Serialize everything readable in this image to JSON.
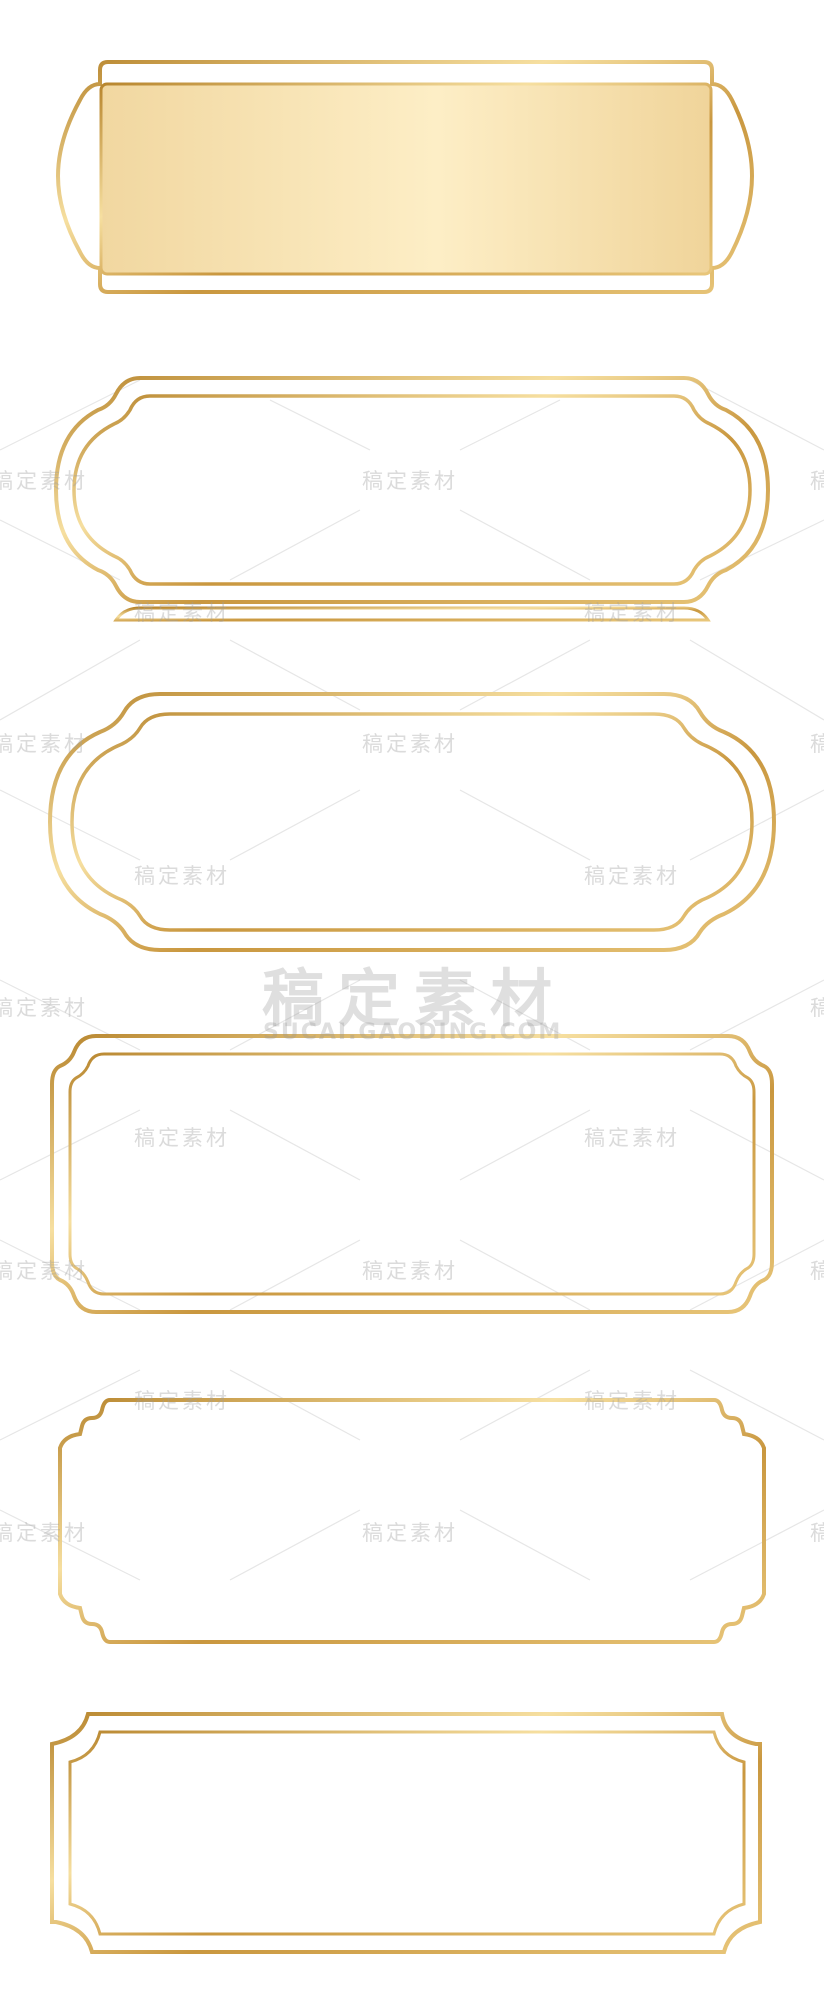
{
  "watermark": {
    "brand_text": "稿定素材",
    "brand_url": "SUCAI.GAODING.COM"
  },
  "colors": {
    "gold_dark": "#b8862e",
    "gold_mid": "#d9b25c",
    "gold_light": "#f6dfa0",
    "plaque_fill_edge": "#f1d7a0",
    "plaque_fill_center": "#fdeec6",
    "background": "#ffffff"
  },
  "frames": [
    {
      "name": "frame-filled-plaque",
      "style": "scalloped-ends",
      "filled": true
    },
    {
      "name": "frame-scalloped-double",
      "style": "scalloped-rounded",
      "filled": false
    },
    {
      "name": "frame-oval-double",
      "style": "oval-ends",
      "filled": false
    },
    {
      "name": "frame-rounded-rect-double",
      "style": "rounded-notched",
      "filled": false
    },
    {
      "name": "frame-notched-single",
      "style": "stepped-corners",
      "filled": false
    },
    {
      "name": "frame-inverted-corners-double",
      "style": "concave-corners",
      "filled": false
    }
  ]
}
